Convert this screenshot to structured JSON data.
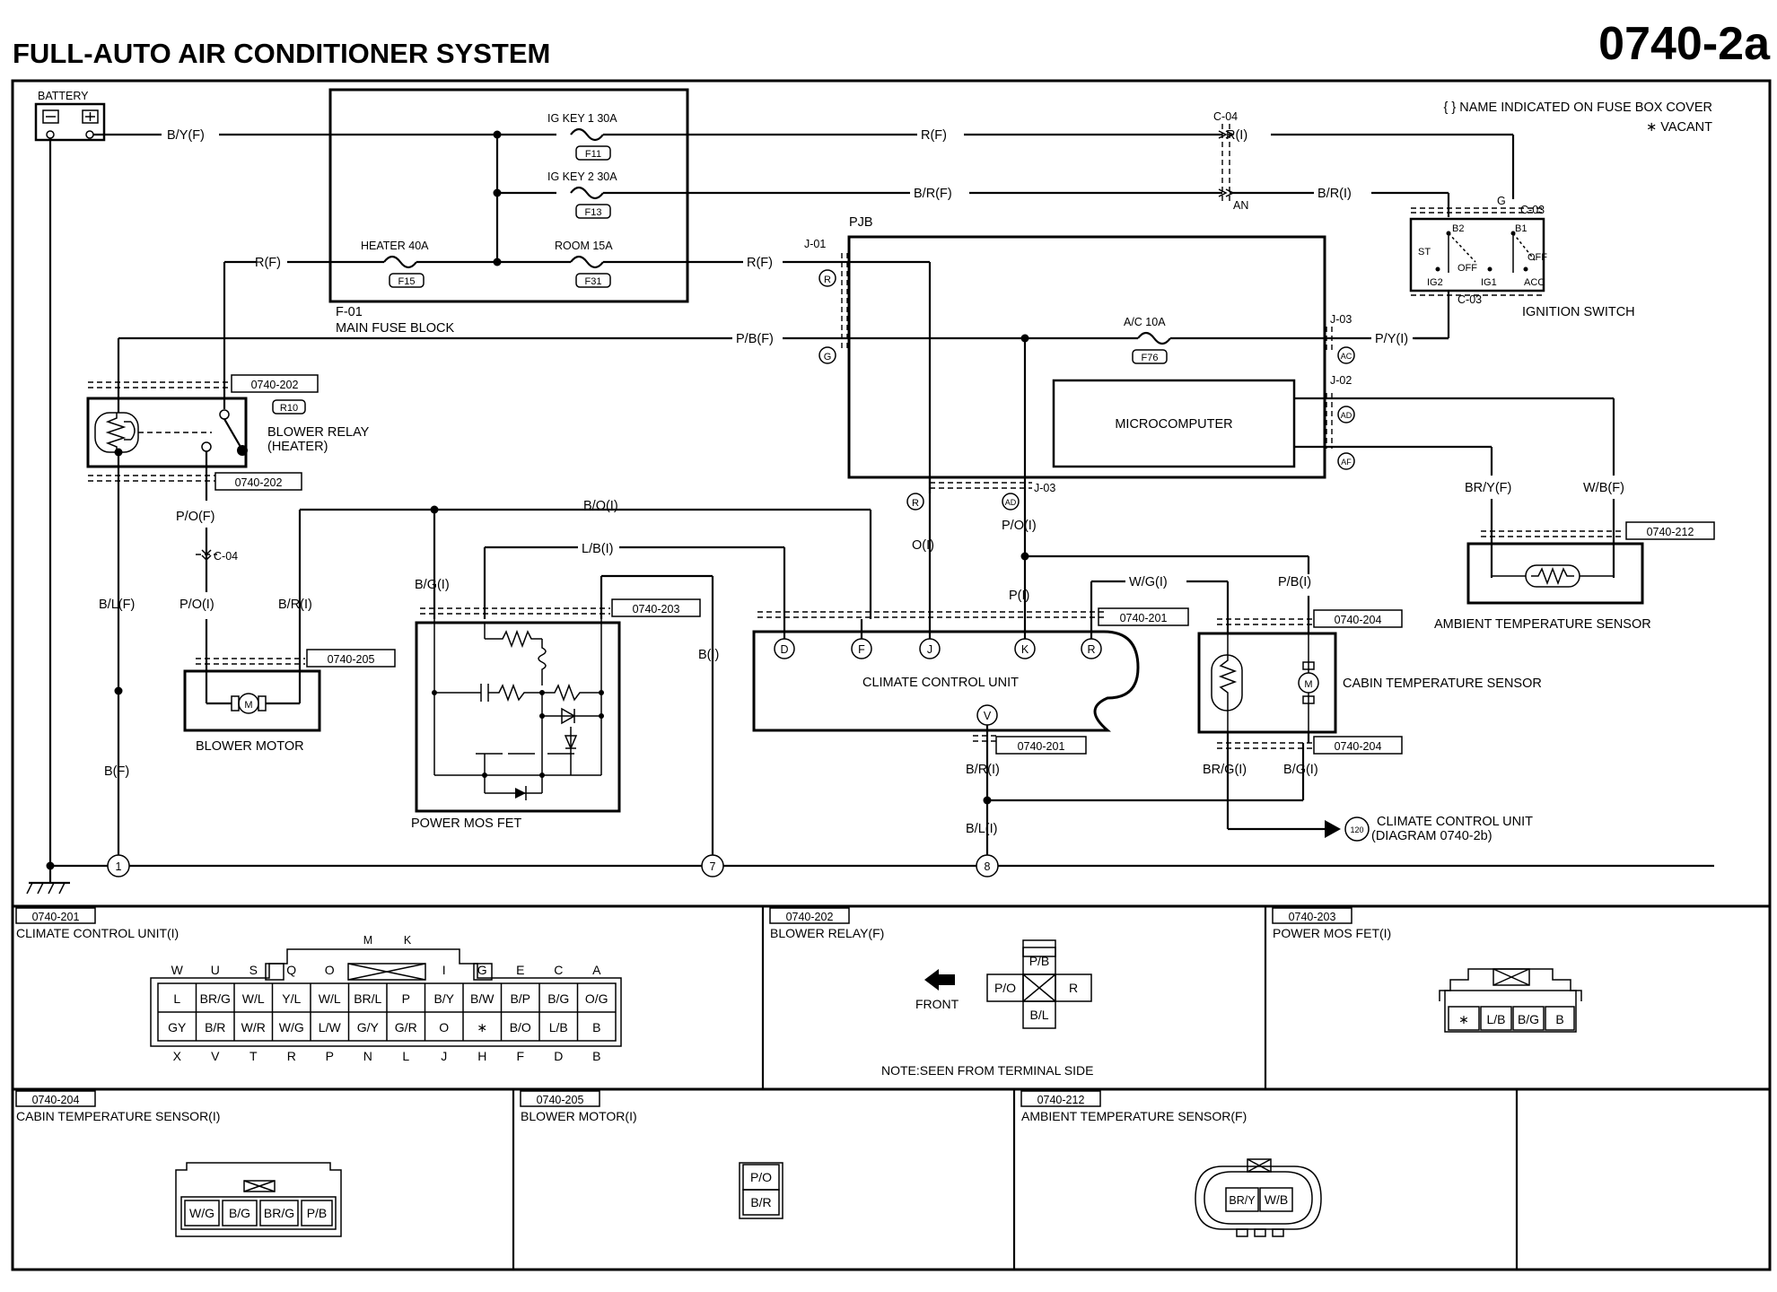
{
  "header": {
    "title": "FULL-AUTO AIR CONDITIONER SYSTEM",
    "code": "0740-2a"
  },
  "legend": {
    "note1": "{ } NAME INDICATED ON FUSE BOX COVER",
    "note2": "∗ VACANT"
  },
  "components": {
    "battery": "BATTERY",
    "fuse_ig_key1": "IG KEY 1 30A",
    "fuse_ig_key1_id": "F11",
    "fuse_ig_key2": "IG KEY 2 30A",
    "fuse_ig_key2_id": "F13",
    "fuse_heater": "HEATER 40A",
    "fuse_heater_id": "F15",
    "fuse_room": "ROOM 15A",
    "fuse_room_id": "F31",
    "main_fuse_block_id": "F-01",
    "main_fuse_block": "MAIN FUSE BLOCK",
    "pjb": "PJB",
    "fuse_ac": "A/C 10A",
    "fuse_ac_id": "F76",
    "microcomputer": "MICROCOMPUTER",
    "ignition_switch": "IGNITION SWITCH",
    "blower_relay_line1": "BLOWER RELAY",
    "blower_relay_line2": "(HEATER)",
    "blower_relay_id": "R10",
    "blower_motor": "BLOWER MOTOR",
    "power_mos_fet": "POWER MOS FET",
    "climate_control_unit": "CLIMATE CONTROL UNIT",
    "cabin_temp_sensor": "CABIN TEMPERATURE SENSOR",
    "ambient_temp_sensor": "AMBIENT TEMPERATURE SENSOR",
    "ref_diagram_num": "120",
    "ref_diagram_line1": "CLIMATE CONTROL UNIT",
    "ref_diagram_line2": "(DIAGRAM 0740-2b)"
  },
  "ignition_switch_terminals": [
    "B2",
    "B1",
    "ST",
    "OFF",
    "OFF",
    "IG2",
    "IG1",
    "ACC"
  ],
  "wire_labels": {
    "by_f": "B/Y(F)",
    "r_f_top": "R(F)",
    "r_i_top": "R(I)",
    "br_f": "B/R(F)",
    "br_i": "B/R(I)",
    "r_f_heater": "R(F)",
    "r_f_room": "R(F)",
    "pb_f": "P/B(F)",
    "py_i": "P/Y(I)",
    "bo_i": "B/O(I)",
    "lb_i": "L/B(I)",
    "bg_i": "B/G(I)",
    "b_i": "B(I)",
    "o_i": "O(I)",
    "po_i_j03": "P/O(I)",
    "p_i": "P(I)",
    "wg_i": "W/G(I)",
    "pb_i": "P/B(I)",
    "bry_f": "BR/Y(F)",
    "wb_f": "W/B(F)",
    "po_f": "P/O(F)",
    "po_i": "P/O(I)",
    "br_i_blower": "B/R(I)",
    "bl_f": "B/L(F)",
    "b_f": "B(F)",
    "br_i_ccu": "B/R(I)",
    "bl_i": "B/L(I)",
    "brg_i": "BR/G(I)",
    "bg_i_sensor": "B/G(I)"
  },
  "connectors": {
    "c04_top": "C-04",
    "an": "AN",
    "c03_top": "C-03",
    "c03_bottom": "C-03",
    "j01": "J-01",
    "j01_r": "R",
    "j01_g": "G",
    "j03": "J-03",
    "j03_ac": "AC",
    "j02": "J-02",
    "j02_ad": "AD",
    "j02_af": "AF",
    "pjb_r": "R",
    "pjb_ad": "AD",
    "j03_lower": "J-03",
    "switch_g": "G",
    "c04_mid": "C-04",
    "ref_202_top": "0740-202",
    "ref_202_bottom": "0740-202",
    "ref_205": "0740-205",
    "ref_203": "0740-203",
    "ref_201_top": "0740-201",
    "ref_201_bottom": "0740-201",
    "ref_204_top": "0740-204",
    "ref_204_bottom": "0740-204",
    "ref_212": "0740-212",
    "ccu_pins": [
      "D",
      "F",
      "J",
      "K",
      "R"
    ],
    "ccu_v": "V"
  },
  "grounds": [
    "1",
    "7",
    "8"
  ],
  "connector_table": {
    "c201": {
      "id": "0740-201",
      "name": "CLIMATE CONTROL UNIT(I)",
      "header_mk": [
        "M",
        "K"
      ],
      "top_letters": [
        "W",
        "U",
        "S",
        "Q",
        "O",
        "I",
        "G",
        "E",
        "C",
        "A"
      ],
      "row1": [
        "L",
        "BR/G",
        "W/L",
        "Y/L",
        "W/L",
        "BR/L",
        "P",
        "B/Y",
        "B/W",
        "B/P",
        "B/G",
        "O/G"
      ],
      "row2": [
        "GY",
        "B/R",
        "W/R",
        "W/G",
        "L/W",
        "G/Y",
        "G/R",
        "O",
        "∗",
        "B/O",
        "L/B",
        "B"
      ],
      "bottom_letters": [
        "X",
        "V",
        "T",
        "R",
        "P",
        "N",
        "L",
        "J",
        "H",
        "F",
        "D",
        "B"
      ]
    },
    "c202": {
      "id": "0740-202",
      "name": "BLOWER RELAY(F)",
      "front": "FRONT",
      "pins": [
        "P/B",
        "P/O",
        "R",
        "B/L"
      ],
      "note": "NOTE:SEEN FROM TERMINAL SIDE"
    },
    "c203": {
      "id": "0740-203",
      "name": "POWER MOS FET(I)",
      "pins": [
        "∗",
        "L/B",
        "B/G",
        "B"
      ]
    },
    "c204": {
      "id": "0740-204",
      "name": "CABIN TEMPERATURE SENSOR(I)",
      "pins": [
        "W/G",
        "B/G",
        "BR/G",
        "P/B"
      ]
    },
    "c205": {
      "id": "0740-205",
      "name": "BLOWER MOTOR(I)",
      "pins": [
        "P/O",
        "B/R"
      ]
    },
    "c212": {
      "id": "0740-212",
      "name": "AMBIENT TEMPERATURE SENSOR(F)",
      "pins": [
        "BR/Y",
        "W/B"
      ]
    }
  }
}
